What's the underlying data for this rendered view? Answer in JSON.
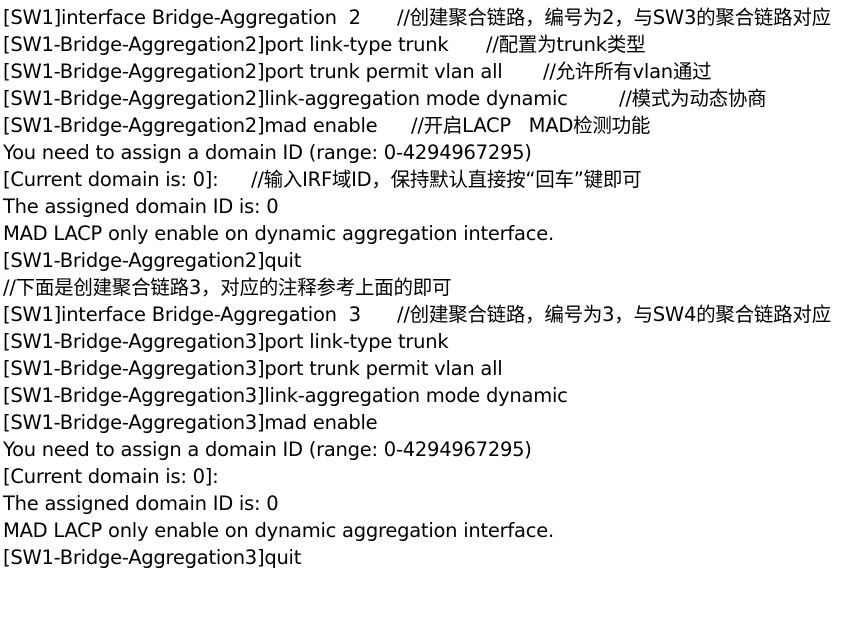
{
  "lines": [
    {
      "cmd": "[SW1]interface Bridge-Aggregation  2",
      "comment": "//创建聚合链路，编号为2，与SW3的聚合链路对应"
    },
    {
      "cmd": "[SW1-Bridge-Aggregation2]port link-type trunk",
      "comment": "//配置为trunk类型"
    },
    {
      "cmd": "[SW1-Bridge-Aggregation2]port trunk permit vlan all",
      "comment": "//允许所有vlan通过"
    },
    {
      "cmd": "[SW1-Bridge-Aggregation2]link-aggregation mode dynamic",
      "comment": "//模式为动态协商"
    },
    {
      "cmd": "[SW1-Bridge-Aggregation2]mad enable",
      "comment": "//开启LACP   MAD检测功能"
    },
    {
      "cmd": "You need to assign a domain ID (range: 0-4294967295)",
      "comment": ""
    },
    {
      "cmd": "[Current domain is: 0]:",
      "comment": "//输入IRF域ID，保持默认直接按“回车”键即可"
    },
    {
      "cmd": "The assigned domain ID is: 0",
      "comment": ""
    },
    {
      "cmd": "MAD LACP only enable on dynamic aggregation interface.",
      "comment": ""
    },
    {
      "cmd": "[SW1-Bridge-Aggregation2]quit",
      "comment": ""
    },
    {
      "cmd": "//下面是创建聚合链路3，对应的注释参考上面的即可",
      "comment": ""
    },
    {
      "cmd": "[SW1]interface Bridge-Aggregation  3",
      "comment": "//创建聚合链路，编号为3，与SW4的聚合链路对应"
    },
    {
      "cmd": "[SW1-Bridge-Aggregation3]port link-type trunk",
      "comment": ""
    },
    {
      "cmd": "[SW1-Bridge-Aggregation3]port trunk permit vlan all",
      "comment": ""
    },
    {
      "cmd": "[SW1-Bridge-Aggregation3]link-aggregation mode dynamic",
      "comment": ""
    },
    {
      "cmd": "[SW1-Bridge-Aggregation3]mad enable",
      "comment": ""
    },
    {
      "cmd": "You need to assign a domain ID (range: 0-4294967295)",
      "comment": ""
    },
    {
      "cmd": "[Current domain is: 0]:",
      "comment": ""
    },
    {
      "cmd": "The assigned domain ID is: 0",
      "comment": ""
    },
    {
      "cmd": "MAD LACP only enable on dynamic aggregation interface.",
      "comment": ""
    },
    {
      "cmd": "[SW1-Bridge-Aggregation3]quit",
      "comment": ""
    }
  ]
}
